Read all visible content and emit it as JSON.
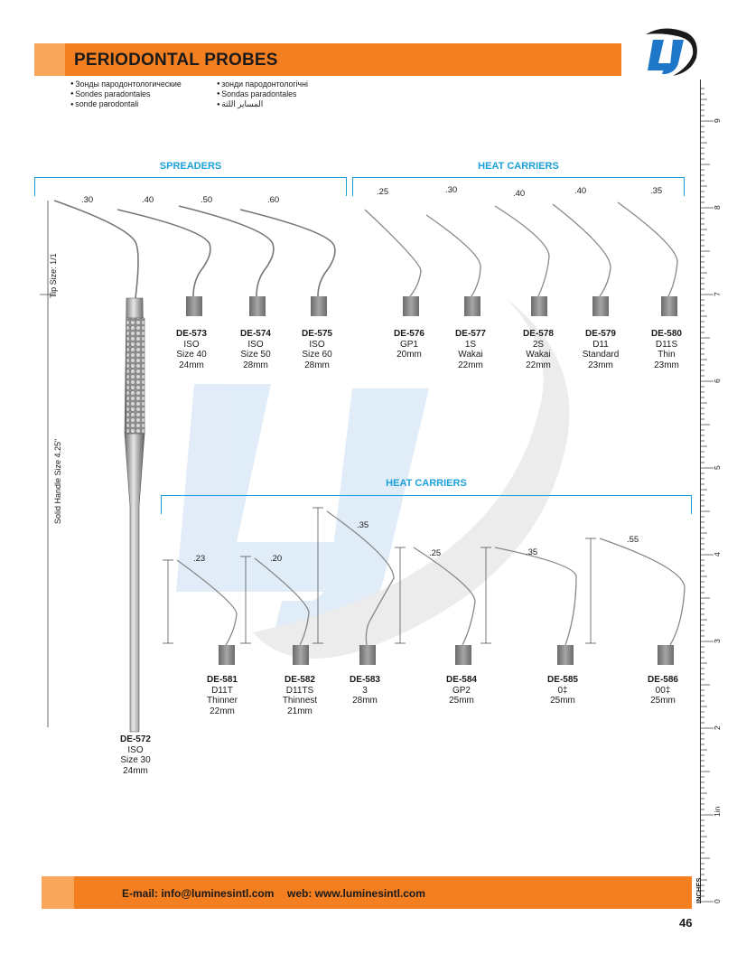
{
  "header": {
    "title": "PERIODONTAL PROBES",
    "translations_left": [
      "Зонды пародонтологические",
      "Sondes paradontales",
      "sonde parodontali"
    ],
    "translations_right": [
      "зонди пародонтологічні",
      "Sondas paradontales",
      "المساير اللثة"
    ]
  },
  "logo": {
    "text": "LI",
    "color_blue": "#1f77c9",
    "color_dark": "#1a1a1a"
  },
  "sections": {
    "spreaders": "SPREADERS",
    "heat_carriers_top": "HEAT CARRIERS",
    "heat_carriers_bottom": "HEAT CARRIERS"
  },
  "side_labels": {
    "tip_size": "Tip Size: 1/1",
    "handle_size": "Solid Handle Size 4.25\""
  },
  "spreaders": [
    {
      "tip": ".30",
      "code": "DE-572",
      "line1": "ISO",
      "line2": "Size 30",
      "line3": "24mm"
    },
    {
      "tip": ".40",
      "code": "DE-573",
      "line1": "ISO",
      "line2": "Size 40",
      "line3": "24mm"
    },
    {
      "tip": ".50",
      "code": "DE-574",
      "line1": "ISO",
      "line2": "Size 50",
      "line3": "28mm"
    },
    {
      "tip": ".60",
      "code": "DE-575",
      "line1": "ISO",
      "line2": "Size 60",
      "line3": "28mm"
    }
  ],
  "heat_carriers_top": [
    {
      "tip": ".25",
      "code": "DE-576",
      "line1": "GP1",
      "line2": "20mm",
      "line3": ""
    },
    {
      "tip": ".30",
      "code": "DE-577",
      "line1": "1S",
      "line2": "Wakai",
      "line3": "22mm"
    },
    {
      "tip": ".40",
      "code": "DE-578",
      "line1": "2S",
      "line2": "Wakai",
      "line3": "22mm"
    },
    {
      "tip": ".40",
      "code": "DE-579",
      "line1": "D11",
      "line2": "Standard",
      "line3": "23mm"
    },
    {
      "tip": ".35",
      "code": "DE-580",
      "line1": "D11S",
      "line2": "Thin",
      "line3": "23mm"
    }
  ],
  "heat_carriers_bottom": [
    {
      "tip": ".23",
      "code": "DE-581",
      "line1": "D11T",
      "line2": "Thinner",
      "line3": "22mm"
    },
    {
      "tip": ".20",
      "code": "DE-582",
      "line1": "D11TS",
      "line2": "Thinnest",
      "line3": "21mm"
    },
    {
      "tip": ".35",
      "code": "DE-583",
      "line1": "3",
      "line2": "28mm",
      "line3": ""
    },
    {
      "tip": ".25",
      "code": "DE-584",
      "line1": "GP2",
      "line2": "25mm",
      "line3": ""
    },
    {
      "tip": ".35",
      "code": "DE-585",
      "line1": "0‡",
      "line2": "25mm",
      "line3": ""
    },
    {
      "tip": ".55",
      "code": "DE-586",
      "line1": "00‡",
      "line2": "25mm",
      "line3": ""
    }
  ],
  "footer": {
    "email": "E-mail: info@luminesintl.com",
    "web": "web: www.luminesintl.com"
  },
  "page_number": "46",
  "ruler": {
    "unit": "INCHES",
    "marks": [
      "0",
      "1in",
      "2",
      "3",
      "4",
      "5",
      "6",
      "7",
      "8",
      "9"
    ]
  },
  "colors": {
    "accent_orange": "#f47f20",
    "accent_light_orange": "#f9a55b",
    "heading_blue": "#1ba1d9",
    "watermark_blue": "#bcd7f0"
  }
}
